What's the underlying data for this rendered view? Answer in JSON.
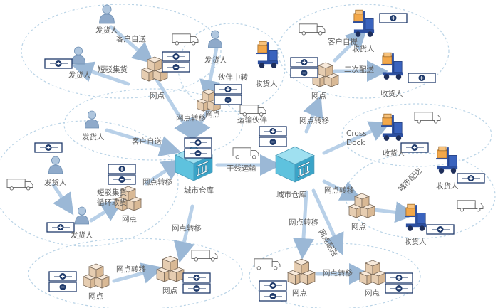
{
  "labels": {
    "shipper": "发货人",
    "receiver": "收货人",
    "outlet": "网点",
    "city_warehouse": "城市仓库",
    "customer_self_delivery": "客户自送",
    "short_haul_consolidation": "短驳集货",
    "short_haul_cyclic_pickup_1": "短驳集货",
    "short_haul_cyclic_pickup_2": "循环取货",
    "partner_transfer": "伙伴中转",
    "transport_partner": "运输伙伴",
    "outlet_transfer": "网点转移",
    "trunk_transport": "干线运输",
    "customer_self_pickup": "客户自提",
    "secondary_delivery": "二次配送",
    "cross_dock_1": "Cross",
    "cross_dock_2": "Dock",
    "city_delivery": "城市配送",
    "outlet_delivery": "网点配送"
  },
  "colors": {
    "flow_arrow": "#B8D0E8",
    "flow_arrow_stroke": "#9BB8D6",
    "label_text": "#6B6B6B",
    "ellipse_dash": "#B9D3E6",
    "box_fill": "#F0DCC6",
    "box_stroke": "#7A6A5A",
    "person_fill": "#9AB4D0",
    "forklift": "#2C4FA0",
    "forklift_load": "#F3A84A",
    "warehouse": "#4FB6D6",
    "plus_minus_border": "#1F3A6B"
  },
  "icons": [
    "person-icon",
    "truck-icon",
    "box-stack-icon",
    "forklift-icon",
    "warehouse-icon",
    "plus-icon",
    "minus-icon"
  ]
}
